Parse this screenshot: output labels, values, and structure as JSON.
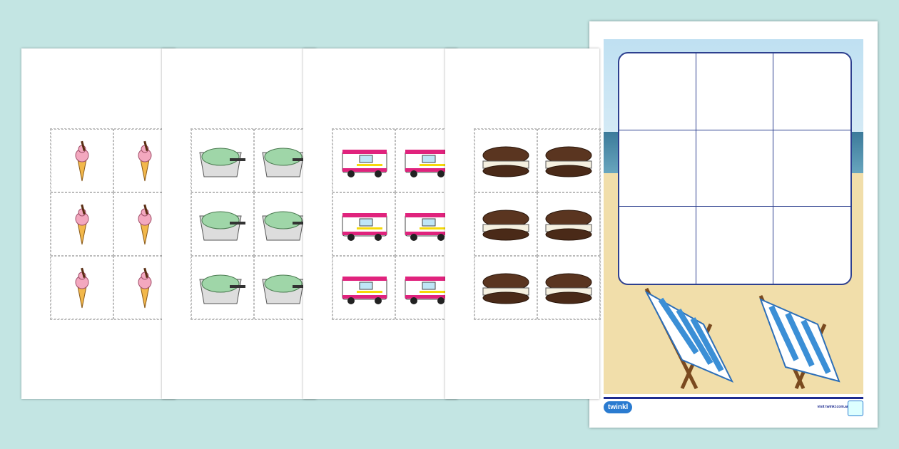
{
  "pages": [
    {
      "name": "ice-cream-cone-cards",
      "icon": "ice-cream-cone"
    },
    {
      "name": "mint-ice-cream-tub-cards",
      "icon": "ice-cream-tub"
    },
    {
      "name": "ice-cream-van-cards",
      "icon": "ice-cream-van"
    },
    {
      "name": "ice-cream-sandwich-cards",
      "icon": "ice-cream-sandwich"
    }
  ],
  "board": {
    "rows": 3,
    "cols": 3
  },
  "footer": {
    "logo": "twinkl",
    "url": "visit twinkl.com.au"
  },
  "colors": {
    "background": "#c3e5e3",
    "grid_border": "#2d3f8f"
  }
}
